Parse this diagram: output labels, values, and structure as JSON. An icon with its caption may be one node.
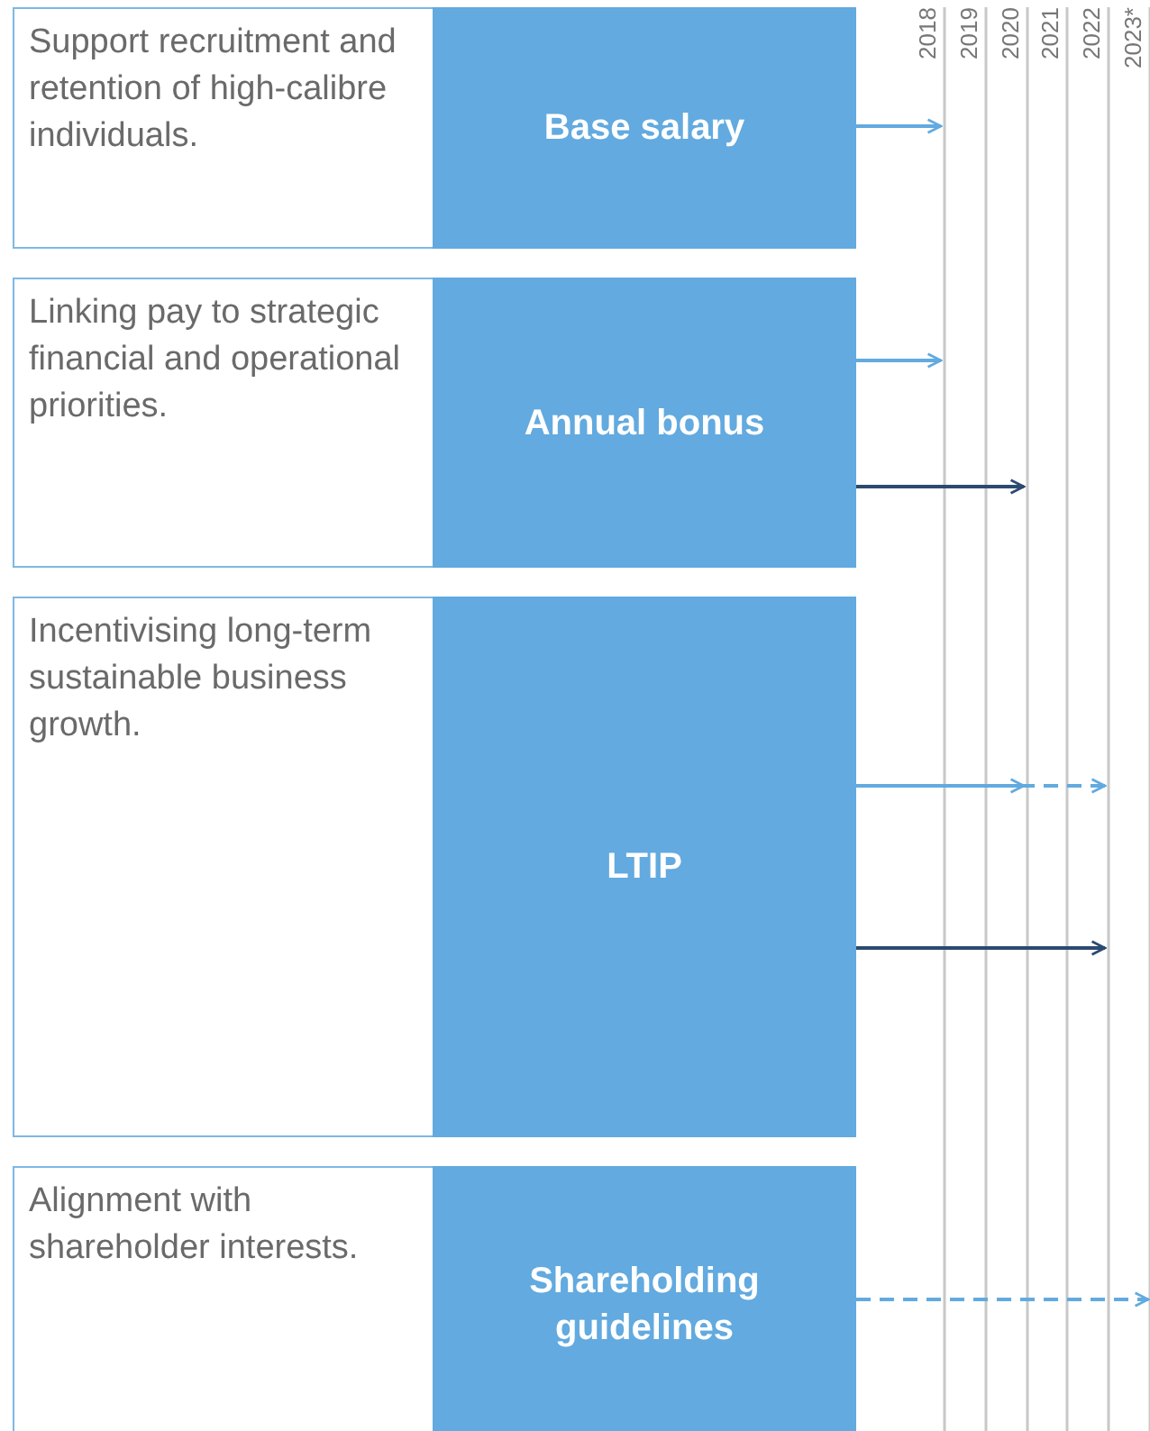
{
  "diagram": {
    "nodes": [
      {
        "text": [
          "Support recruitment and retention of high-calibre individuals."
        ]
      },
      {
        "text": [
          "Base salary"
        ]
      },
      {
        "text": [
          "Linking pay to strategic financial and operational priorities."
        ]
      },
      {
        "text": [
          "Annual bonus"
        ]
      },
      {
        "text": [
          "Incentivising long-term sustainable business growth."
        ]
      },
      {
        "text": [
          "LTIP"
        ]
      },
      {
        "text": [
          "Alignment with shareholder interests."
        ]
      },
      {
        "text": [
          "Shareholding guidelines"
        ]
      }
    ],
    "edges": [
      {
        "from": 1,
        "to": null,
        "arrow": "to"
      },
      {
        "from": 3,
        "to": null,
        "arrow": "to"
      },
      {
        "from": 3,
        "to": null,
        "arrow": "to",
        "color": "#2b4a70"
      },
      {
        "from": 5,
        "to": null,
        "arrow": "to"
      },
      {
        "from": 5,
        "to": null,
        "arrow": "to",
        "style": "dashed"
      },
      {
        "from": 5,
        "to": null,
        "arrow": "to",
        "color": "#2b4a70"
      },
      {
        "from": 7,
        "to": null,
        "arrow": "to",
        "style": "dashed"
      }
    ],
    "labels": [
      "2018",
      "2019",
      "2020",
      "2021",
      "2022",
      "2023*"
    ]
  }
}
